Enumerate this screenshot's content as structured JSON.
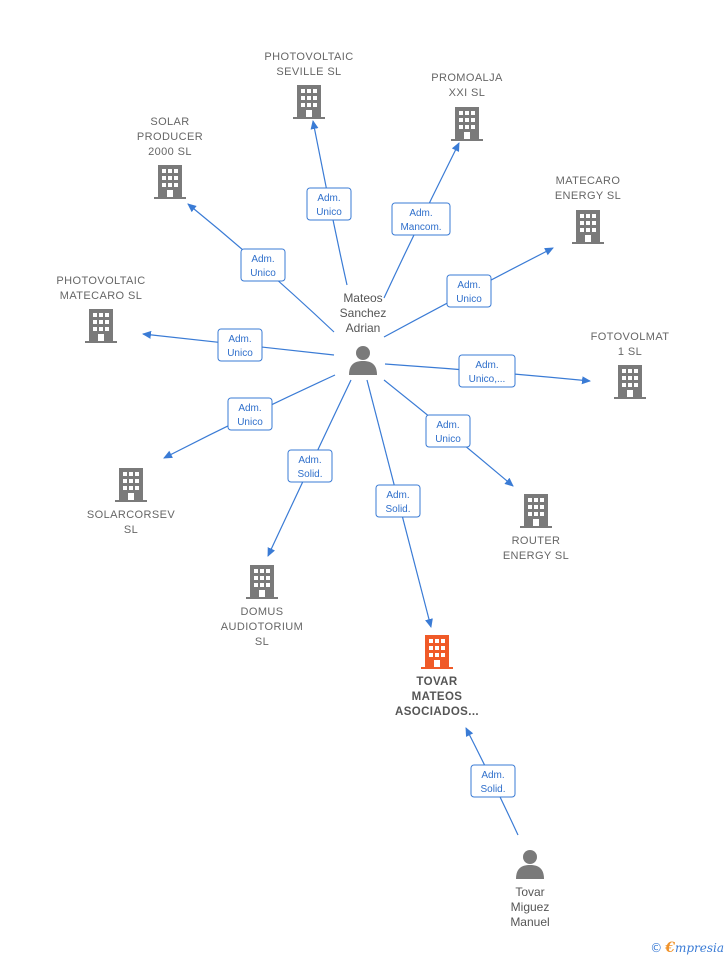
{
  "diagram": {
    "companies": [
      {
        "id": "photovoltaic-seville",
        "lines": [
          "PHOTOVOLTAIC",
          "SEVILLE  SL"
        ],
        "color": "#7a7a7a"
      },
      {
        "id": "promoalja",
        "lines": [
          "PROMOALJA",
          "XXI  SL"
        ],
        "color": "#7a7a7a"
      },
      {
        "id": "solar-producer",
        "lines": [
          "SOLAR",
          "PRODUCER",
          "2000  SL"
        ],
        "color": "#7a7a7a"
      },
      {
        "id": "matecaro-energy",
        "lines": [
          "MATECARO",
          "ENERGY  SL"
        ],
        "color": "#7a7a7a"
      },
      {
        "id": "photovoltaic-matecaro",
        "lines": [
          "PHOTOVOLTAIC",
          "MATECARO  SL"
        ],
        "color": "#7a7a7a"
      },
      {
        "id": "fotovolmat",
        "lines": [
          "FOTOVOLMAT",
          "1  SL"
        ],
        "color": "#7a7a7a"
      },
      {
        "id": "solarcorsev",
        "lines": [
          "SOLARCORSEV",
          "SL"
        ],
        "color": "#7a7a7a"
      },
      {
        "id": "router-energy",
        "lines": [
          "ROUTER",
          "ENERGY  SL"
        ],
        "color": "#7a7a7a"
      },
      {
        "id": "domus-audiotorium",
        "lines": [
          "DOMUS",
          "AUDIOTORIUM",
          "SL"
        ],
        "color": "#7a7a7a"
      },
      {
        "id": "tovar-mateos",
        "lines": [
          "TOVAR",
          "MATEOS",
          "ASOCIADOS..."
        ],
        "color": "#f05a28",
        "main": true
      }
    ],
    "people": [
      {
        "id": "mateos-sanchez",
        "lines": [
          "Mateos",
          "Sanchez",
          "Adrian"
        ]
      },
      {
        "id": "tovar-miguez",
        "lines": [
          "Tovar",
          "Miguez",
          "Manuel"
        ]
      }
    ],
    "edges": [
      {
        "from": "mateos-sanchez",
        "to": "photovoltaic-seville",
        "label": [
          "Adm.",
          "Unico"
        ]
      },
      {
        "from": "mateos-sanchez",
        "to": "promoalja",
        "label": [
          "Adm.",
          "Mancom."
        ]
      },
      {
        "from": "mateos-sanchez",
        "to": "solar-producer",
        "label": [
          "Adm.",
          "Unico"
        ]
      },
      {
        "from": "mateos-sanchez",
        "to": "matecaro-energy",
        "label": [
          "Adm.",
          "Unico"
        ]
      },
      {
        "from": "mateos-sanchez",
        "to": "photovoltaic-matecaro",
        "label": [
          "Adm.",
          "Unico"
        ]
      },
      {
        "from": "mateos-sanchez",
        "to": "fotovolmat",
        "label": [
          "Adm.",
          "Unico,..."
        ]
      },
      {
        "from": "mateos-sanchez",
        "to": "solarcorsev",
        "label": [
          "Adm.",
          "Unico"
        ]
      },
      {
        "from": "mateos-sanchez",
        "to": "router-energy",
        "label": [
          "Adm.",
          "Unico"
        ]
      },
      {
        "from": "mateos-sanchez",
        "to": "domus-audiotorium",
        "label": [
          "Adm.",
          "Solid."
        ]
      },
      {
        "from": "mateos-sanchez",
        "to": "tovar-mateos",
        "label": [
          "Adm.",
          "Solid."
        ]
      },
      {
        "from": "tovar-miguez",
        "to": "tovar-mateos",
        "label": [
          "Adm.",
          "Solid."
        ]
      }
    ]
  },
  "footer": {
    "copyright_symbol": "©",
    "brand_first": "€",
    "brand_rest": "mpresia"
  }
}
